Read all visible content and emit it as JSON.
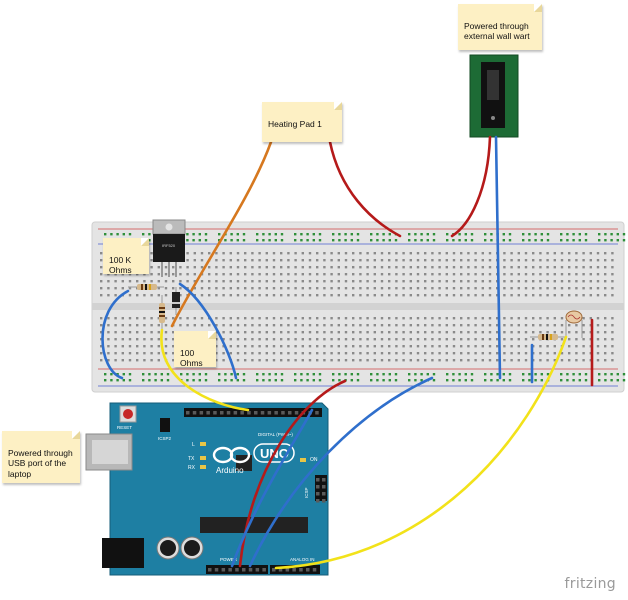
{
  "notes": {
    "wall_wart": "Powered through\nexternal wall wart",
    "heating_pad": "Heating Pad 1",
    "r100k": "100 K\nOhms",
    "r100": "100\nOhms",
    "usb": "Powered through\nUSB port of the\nlaptop"
  },
  "board": {
    "logo": "Arduino",
    "model": "UNO",
    "reset": "RESET",
    "icsp": "ICSP",
    "icsp2": "ICSP2",
    "digital": "DIGITAL (PWM~)",
    "analog": "ANALOG IN",
    "power": "POWER",
    "on": "ON",
    "led_l": "L",
    "led_tx": "TX",
    "led_rx": "RX"
  },
  "transistor_label": "IRF520",
  "watermark": "fritzing",
  "colors": {
    "board": "#1e7fa3",
    "breadboard": "#e6e6e6",
    "wire_red": "#b51a1a",
    "wire_blue": "#2f6fcc",
    "wire_yellow": "#f2e21a",
    "wire_orange": "#d6781f",
    "note": "#fdf0c4"
  }
}
